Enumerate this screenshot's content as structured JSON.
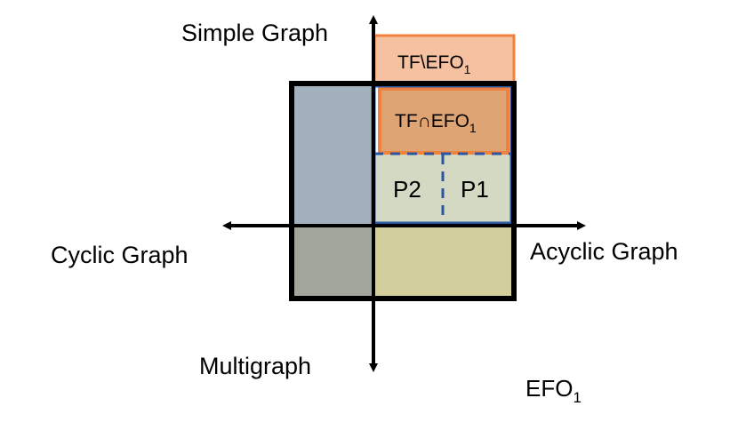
{
  "axes": {
    "top_label": "Simple Graph",
    "bottom_label": "Multigraph",
    "left_label": "Cyclic Graph",
    "right_label": "Acyclic Graph"
  },
  "regions": {
    "tf_minus_efo": {
      "main": "TF\\EFO",
      "sub": "1"
    },
    "tf_cap_efo": {
      "main": "TF∩EFO",
      "sub": "1"
    },
    "p2": "P2",
    "p1": "P1"
  },
  "caption": {
    "main": "EFO",
    "sub": "1"
  },
  "colors": {
    "axis": "#000000",
    "outer_border": "#000000",
    "quadrant_top_left": "#a3b1be",
    "quadrant_bottom_left": "#a2a69b",
    "quadrant_bottom_right": "#d2cf9c",
    "p_region_fill": "#d3d9c2",
    "efo_border": "#2e55a0",
    "tf_minus_efo_fill": "#f5c1a0",
    "tf_minus_efo_border": "#f0823f",
    "tf_cap_efo_fill": "#dfa474",
    "tf_cap_efo_border": "#f0823f"
  }
}
